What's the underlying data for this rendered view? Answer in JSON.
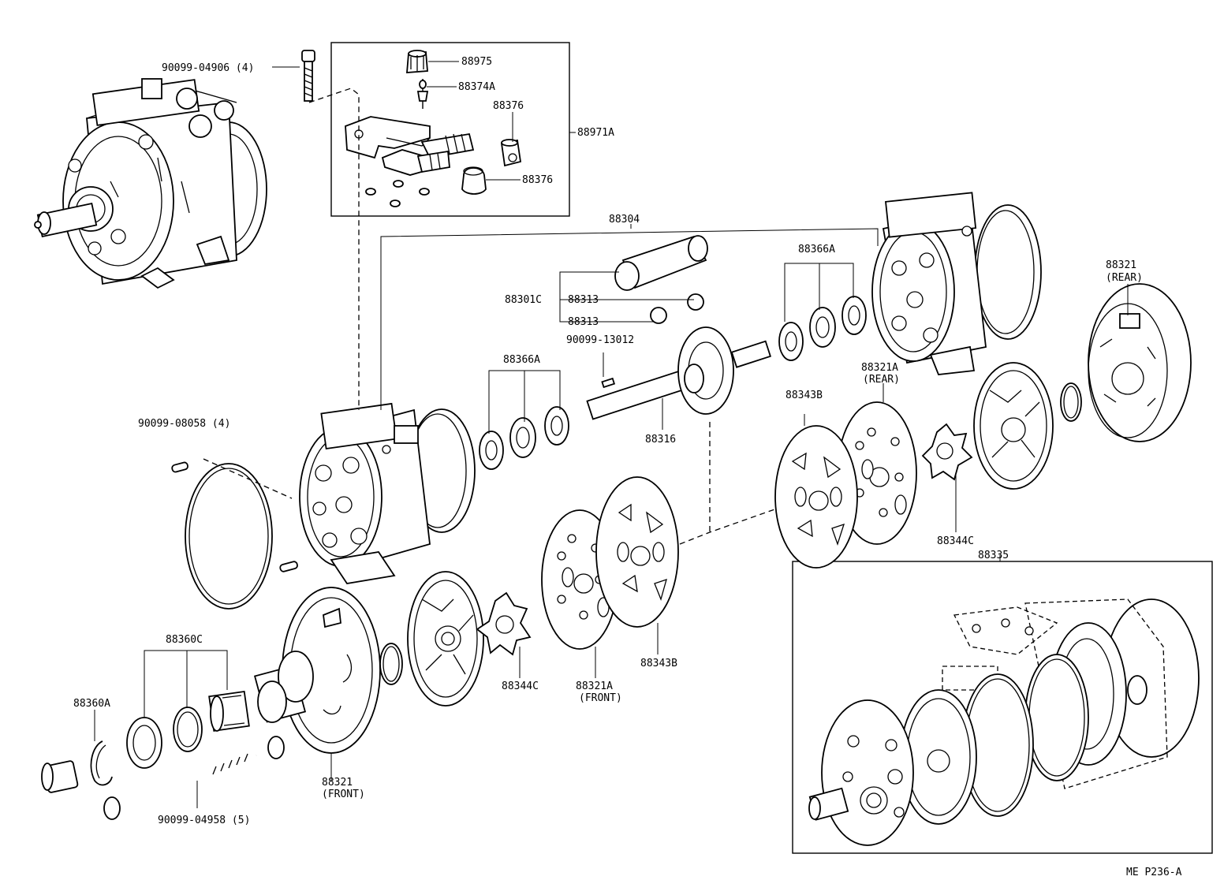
{
  "labels": {
    "bolt_top": "90099-04906 (4)",
    "p88975": "88975",
    "p88374a": "88374A",
    "p88376_top": "88376",
    "p88971a": "88971A",
    "p88376_bottom": "88376",
    "p88304": "88304",
    "p88301c": "88301C",
    "p88313_a": "88313",
    "p88313_b": "88313",
    "key": "90099-13012",
    "p88366a_left": "88366A",
    "p88366a_right": "88366A",
    "p88321_rear": "88321",
    "p88321_rear_sub": "(REAR)",
    "p88321a_rear": "88321A",
    "p88321a_rear_sub": "(REAR)",
    "p88343b_right": "88343B",
    "p88316": "88316",
    "pin": "90099-08058 (4)",
    "p88344c_right": "88344C",
    "p88335": "88335",
    "p88360c": "88360C",
    "p88360a": "88360A",
    "p88344c_left": "88344C",
    "p88321a_front": "88321A",
    "p88321a_front_sub": "(FRONT)",
    "p88343b_left": "88343B",
    "p88321_front": "88321",
    "p88321_front_sub": "(FRONT)",
    "bolt_bottom": "90099-04958 (5)",
    "ref_code": "ME  P236-A"
  }
}
